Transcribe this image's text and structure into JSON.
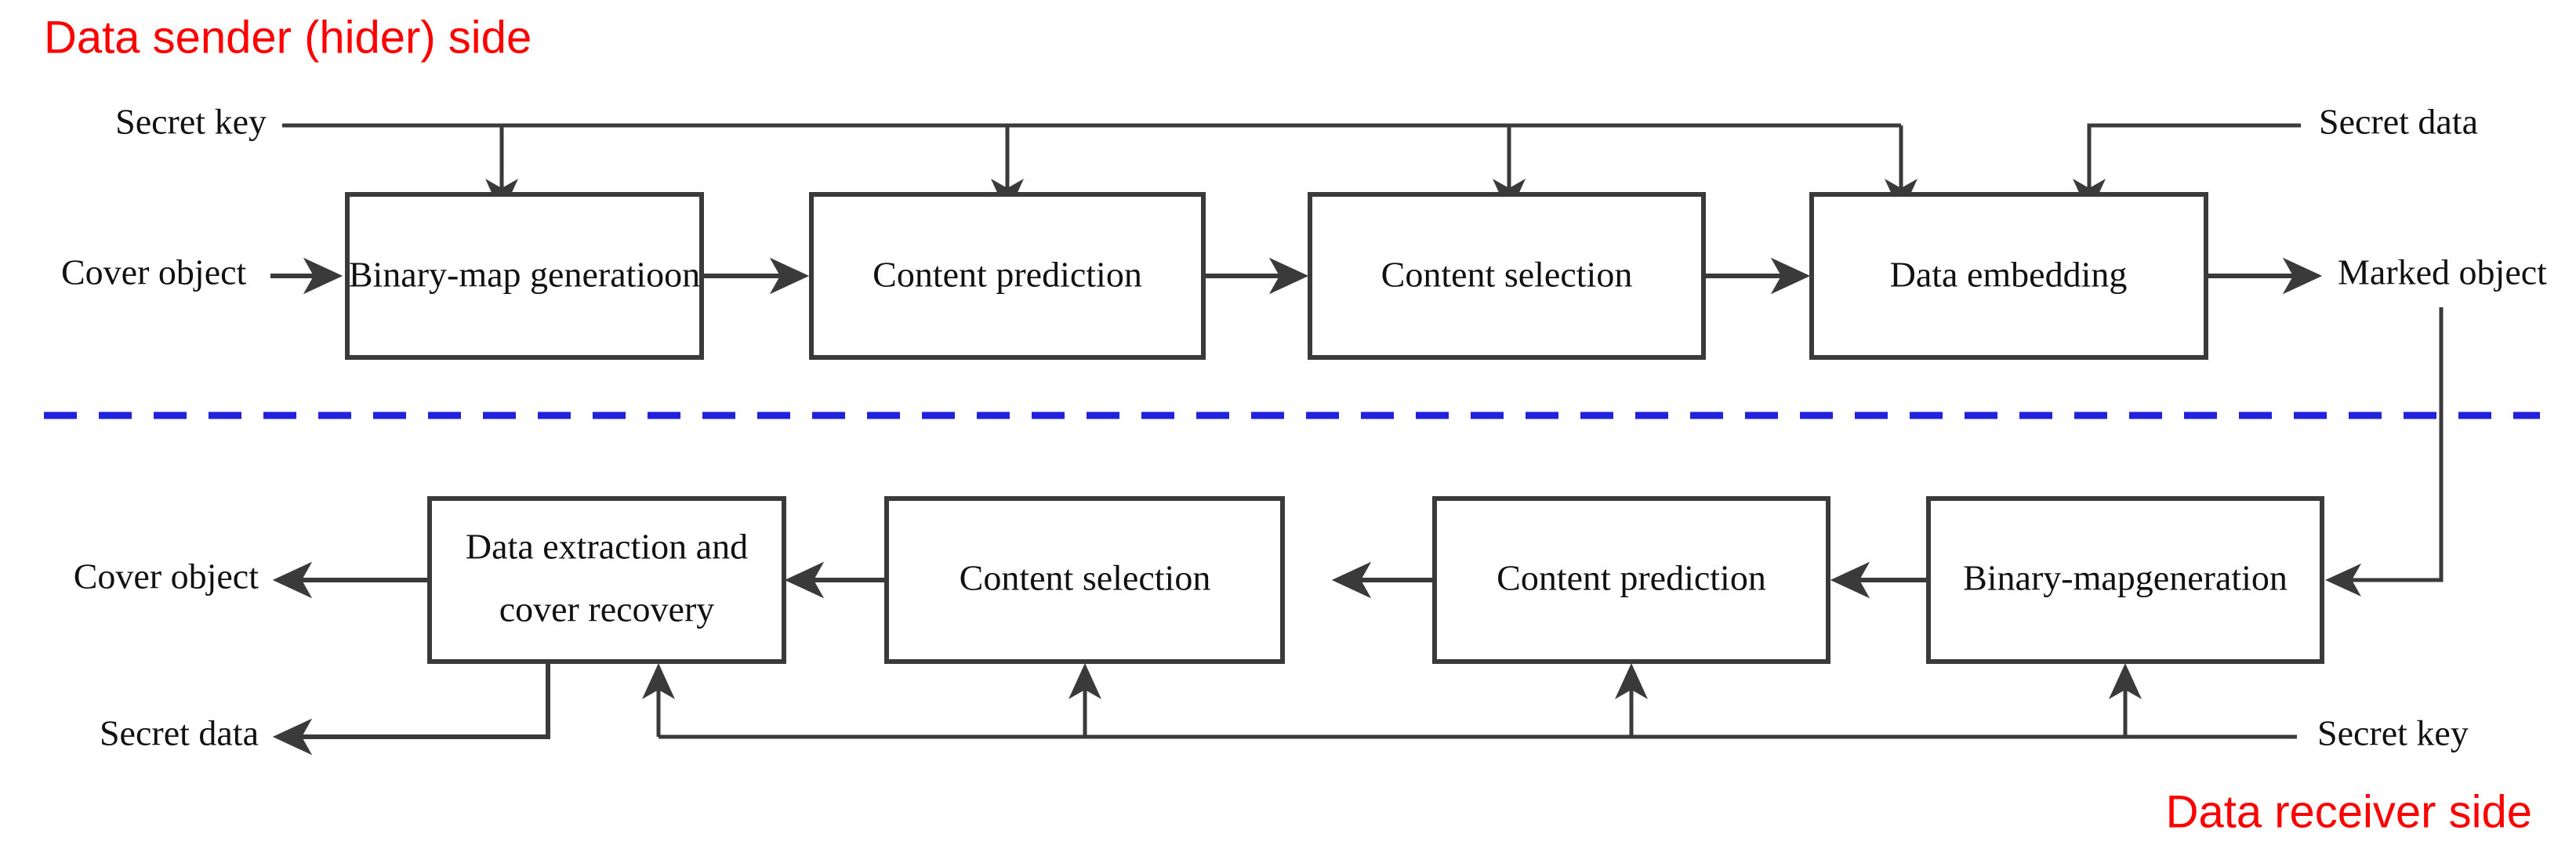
{
  "figure": {
    "type": "block-diagram",
    "title_sender": "Data sender (hider) side",
    "title_receiver": "Data receiver side",
    "divider_color": "#2222dd",
    "title_color": "#ff0000",
    "line_color": "#3a3a3a"
  },
  "sender": {
    "boxes": [
      {
        "id": "binary-map-generation",
        "label": "Binary-map generatioon"
      },
      {
        "id": "content-prediction",
        "label": "Content prediction"
      },
      {
        "id": "content-selection",
        "label": "Content selection"
      },
      {
        "id": "data-embedding",
        "label": "Data embedding"
      }
    ],
    "input_label": "Cover object",
    "output_label": "Marked object",
    "key_label": "Secret key",
    "data_label": "Secret data"
  },
  "receiver": {
    "boxes": [
      {
        "id": "data-extraction-cover-recovery",
        "label_line1": "Data extraction and",
        "label_line2": "cover recovery"
      },
      {
        "id": "content-selection-rx",
        "label": "Content selection"
      },
      {
        "id": "content-prediction-rx",
        "label": "Content prediction"
      },
      {
        "id": "binary-map-generation-rx",
        "label": "Binary-mapgeneration"
      }
    ],
    "output_cover_label": "Cover object",
    "output_data_label": "Secret data",
    "key_label": "Secret key"
  }
}
